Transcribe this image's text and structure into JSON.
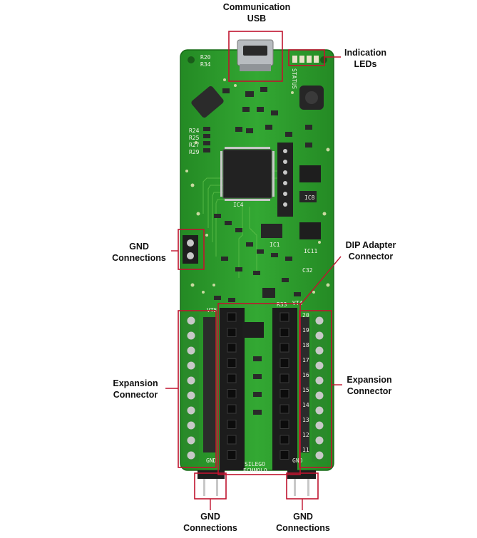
{
  "labels": {
    "usb_line1": "Communication",
    "usb_line2": "USB",
    "leds_line1": "Indication",
    "leds_line2": "LEDs",
    "gnd_left_line1": "GND",
    "gnd_left_line2": "Connections",
    "dip_line1": "DIP Adapter",
    "dip_line2": "Connector",
    "exp_left_line1": "Expansion",
    "exp_left_line2": "Connector",
    "exp_right_line1": "Expansion",
    "exp_right_line2": "Connector",
    "gnd_bl_line1": "GND",
    "gnd_bl_line2": "Connections",
    "gnd_br_line1": "GND",
    "gnd_br_line2": "Connections"
  },
  "silkscreen": {
    "status": "STATUS",
    "ic4": "IC4",
    "ic1": "IC1",
    "ic8": "IC8",
    "ic11": "IC11",
    "r20": "R20",
    "r34": "R34",
    "r24": "R24",
    "r25": "R25",
    "r27": "R27",
    "r29": "R29",
    "c32": "C32",
    "r33": "R33",
    "vt4": "VT4",
    "vt5": "VT5",
    "gnd_left": "GND",
    "gnd_right": "GND",
    "brand1": "SILEGO",
    "brand2": "ECHNOLO",
    "pin20": "20",
    "pin19": "19",
    "pin18": "18",
    "pin17": "17",
    "pin16": "16",
    "pin15": "15",
    "pin14": "14",
    "pin13": "13",
    "pin12": "12",
    "pin11": "11"
  },
  "colors": {
    "pcb": "#2e9e2c",
    "pcb_dark": "#1f7a1f",
    "highlight": "#c0142f",
    "silk": "#f2f2e8",
    "chip": "#222222",
    "pin": "#c8c8c8"
  }
}
